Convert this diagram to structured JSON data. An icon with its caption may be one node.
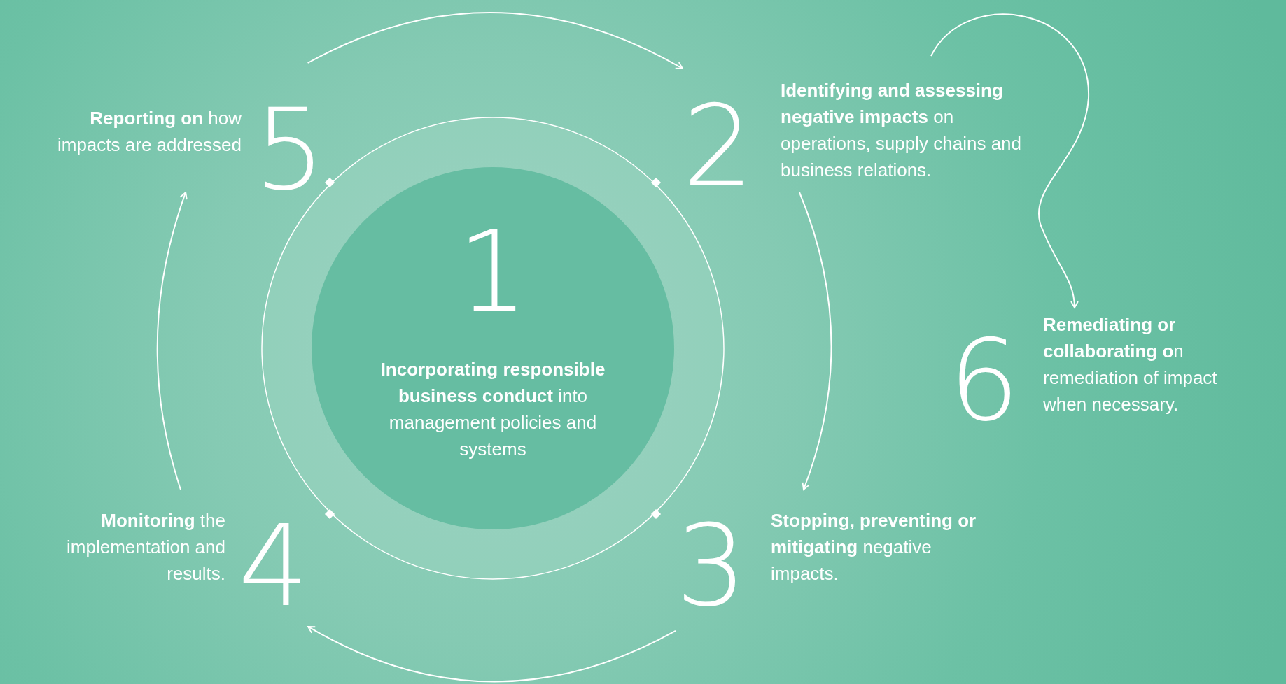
{
  "diagram": {
    "nodes": [
      {
        "text": [
          "1",
          "**Incorporating responsible business conduct** into management policies and systems"
        ]
      },
      {
        "text": [
          "2",
          "**Identifying and assessing negative impacts** on operations, supply chains and business relations."
        ]
      },
      {
        "text": [
          "3",
          "**Stopping, preventing or mitigating** negative impacts."
        ]
      },
      {
        "text": [
          "**Monitoring** the implementation and results.",
          "4"
        ]
      },
      {
        "text": [
          "**Reporting on** how impacts are addressed",
          "5"
        ]
      },
      {
        "text": [
          "6",
          "**Remediating or collaborating o**n remediation of impact when necessary."
        ]
      }
    ],
    "edges": [
      {
        "from": 4,
        "to": 1,
        "arrow": "to"
      },
      {
        "from": 1,
        "to": 2,
        "arrow": "to"
      },
      {
        "from": 2,
        "to": 3,
        "arrow": "to"
      },
      {
        "from": 3,
        "to": 4,
        "arrow": "to"
      },
      {
        "from": 1,
        "to": 5,
        "arrow": "to"
      }
    ]
  }
}
